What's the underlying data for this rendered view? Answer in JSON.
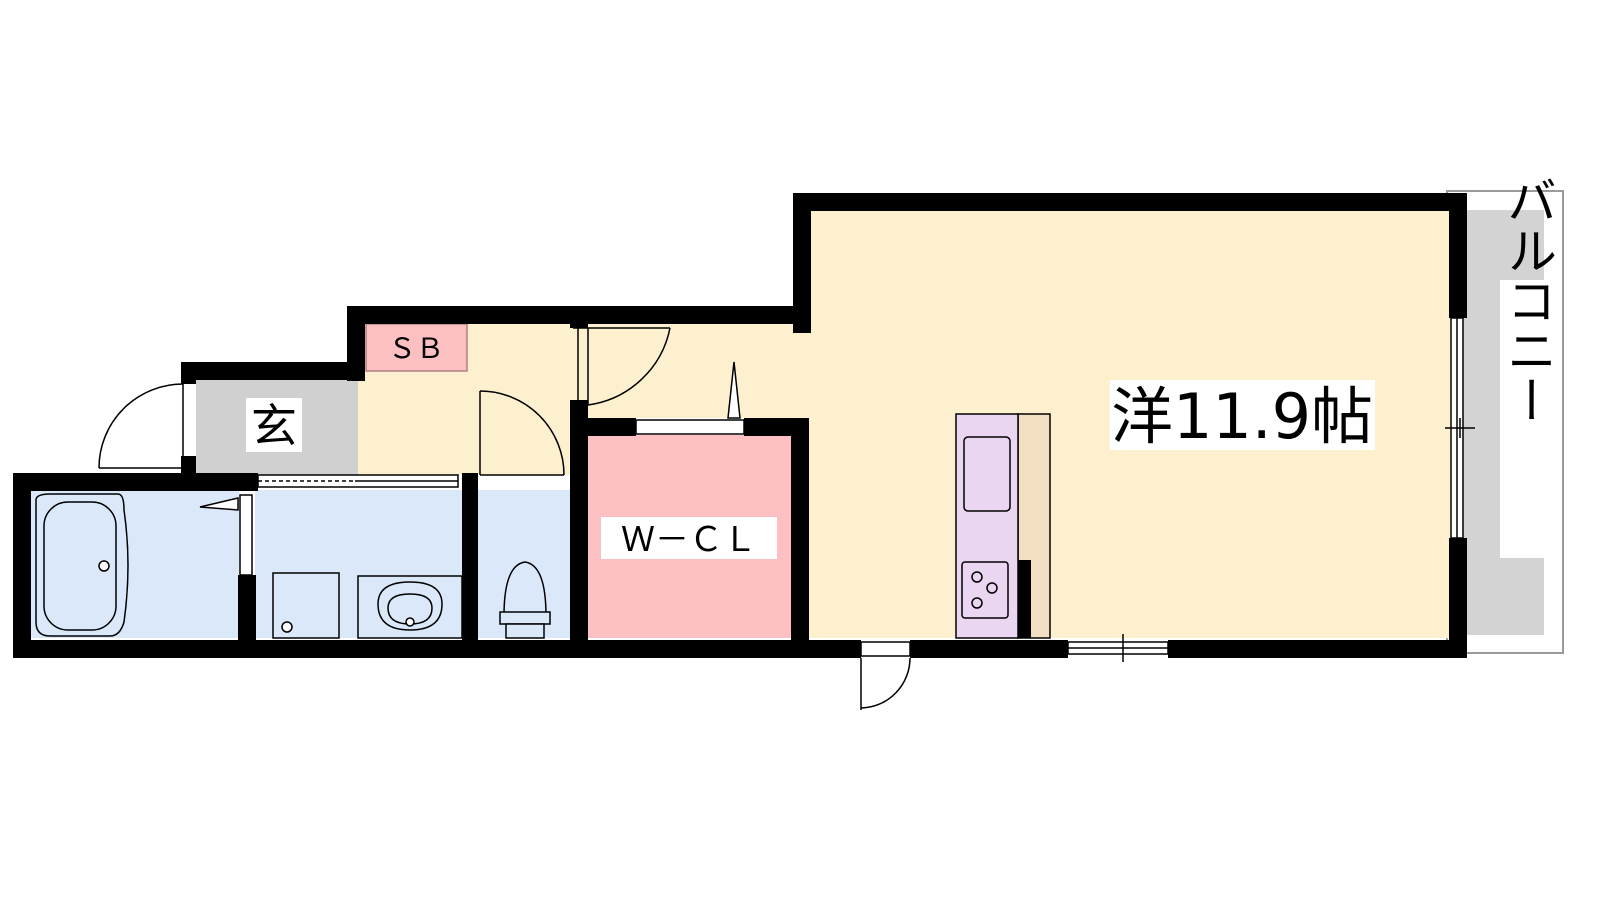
{
  "labels": {
    "entrance": "玄",
    "shoe_box": "ＳＢ",
    "walk_in_closet": "Ｗ－ＣＬ",
    "western_room": "洋11.9帖",
    "balcony": "バルコニー"
  },
  "colors": {
    "wall": "#000000",
    "western_room": "#fdf0cf",
    "hallway": "#fdf0cf",
    "entrance": "#d0d0d0",
    "wet_area": "#dbe8fa",
    "closet": "#fcc0c2",
    "shoe_box": "#fcc0c2",
    "kitchen": "#ead6f0",
    "kitchen_counter": "#f2dfc2",
    "balcony": "#d3d3d3"
  },
  "icons": [
    "bathtub-icon",
    "washbasin-icon",
    "washing-machine-icon",
    "toilet-icon",
    "stove-icon",
    "sink-icon",
    "door-swing-icon",
    "window-icon"
  ]
}
